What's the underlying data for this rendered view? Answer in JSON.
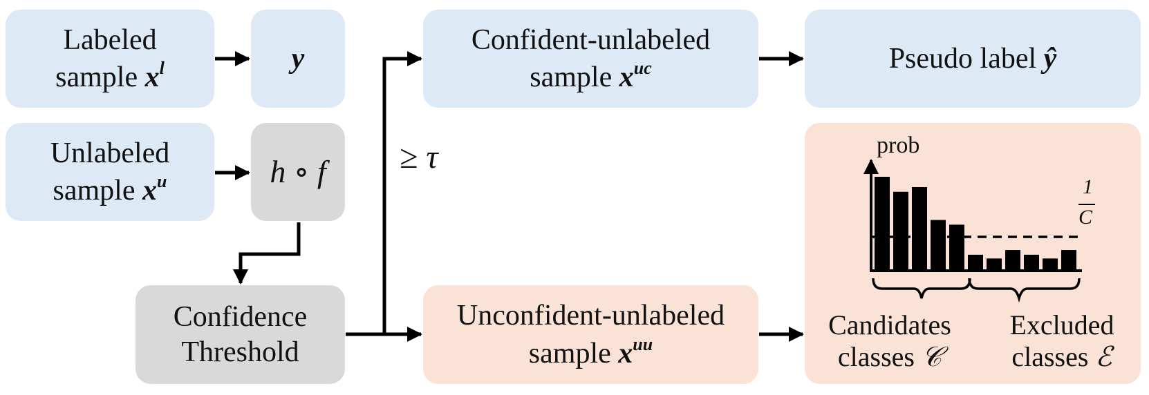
{
  "labeled": {
    "line1": "Labeled",
    "line2": "sample",
    "var": "x",
    "sup": "l"
  },
  "y_box": {
    "text": "y"
  },
  "unlabeled": {
    "line1": "Unlabeled",
    "line2": "sample",
    "var": "x",
    "sup": "u"
  },
  "hf_box": {
    "text": "h ∘ f"
  },
  "confidence": {
    "line1": "Confidence",
    "line2": "Threshold"
  },
  "tau_label": "≥ τ",
  "confident_unlabeled": {
    "line1": "Confident-unlabeled",
    "line2": "sample",
    "var": "x",
    "sup": "uc"
  },
  "pseudo_label": {
    "text": "Pseudo label",
    "var": "ŷ"
  },
  "unconfident_unlabeled": {
    "line1": "Unconfident-unlabeled",
    "line2": "sample",
    "var": "x",
    "sup": "uu"
  },
  "prob_chart": {
    "axis_label": "prob",
    "threshold_num": "1",
    "threshold_den": "C",
    "candidates": {
      "line1": "Candidates",
      "line2": "classes",
      "var": "𝒞"
    },
    "excluded": {
      "line1": "Excluded",
      "line2": "classes",
      "var": "ℰ"
    }
  },
  "chart_data": {
    "type": "bar",
    "values": [
      1.0,
      0.84,
      0.89,
      0.54,
      0.49,
      0.17,
      0.13,
      0.22,
      0.17,
      0.13,
      0.22
    ],
    "threshold": 0.34,
    "ylim": [
      0,
      1.2
    ],
    "groups": {
      "candidates": [
        0,
        4
      ],
      "excluded": [
        5,
        10
      ]
    }
  },
  "colors": {
    "blue": "#dde9f5",
    "gray": "#d9d9d9",
    "peach": "#fbe2d6",
    "arrow": "#000000"
  }
}
